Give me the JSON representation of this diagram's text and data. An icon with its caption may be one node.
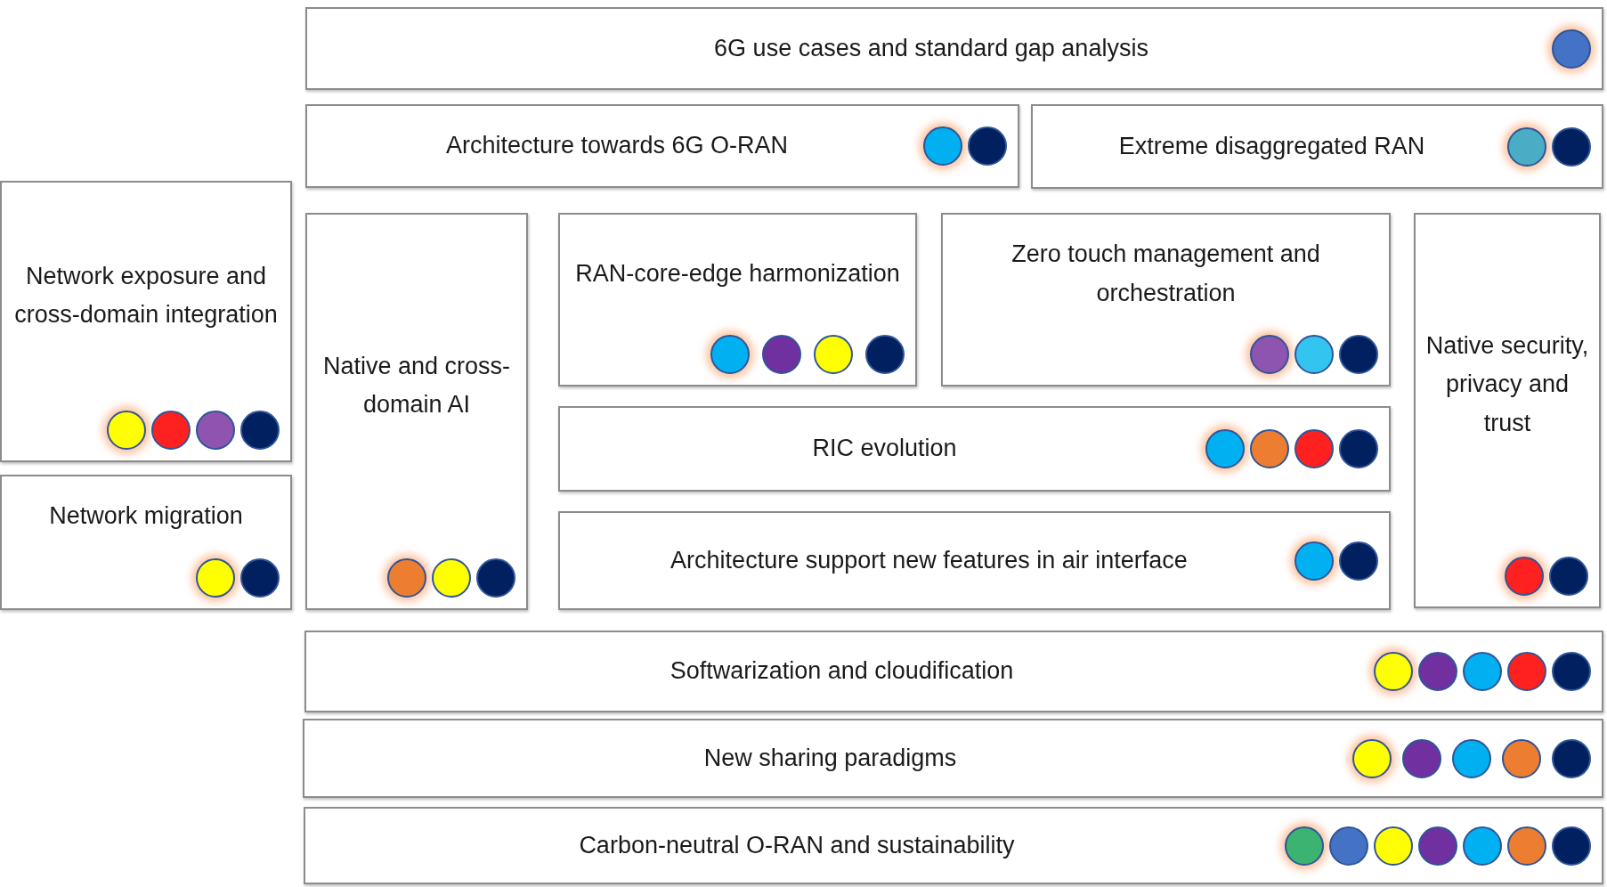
{
  "diagram": {
    "nodes": [
      {
        "text": [
          "6G use cases and standard gap analysis"
        ]
      },
      {
        "text": [
          "Architecture towards 6G O-RAN"
        ]
      },
      {
        "text": [
          "Extreme disaggregated RAN"
        ]
      },
      {
        "text": [
          "Network exposure and cross-domain integration"
        ]
      },
      {
        "text": [
          "Native and cross-domain AI"
        ]
      },
      {
        "text": [
          "RAN-core-edge harmonization"
        ]
      },
      {
        "text": [
          "Zero touch management and orchestration"
        ]
      },
      {
        "text": [
          "Native security, privacy and trust"
        ]
      },
      {
        "text": [
          "RIC evolution"
        ]
      },
      {
        "text": [
          "Network migration"
        ]
      },
      {
        "text": [
          "Architecture support new features in air interface"
        ]
      },
      {
        "text": [
          "Softwarization and cloudification"
        ]
      },
      {
        "text": [
          "New sharing paradigms"
        ]
      },
      {
        "text": [
          "Carbon-neutral O-RAN and sustainability"
        ]
      }
    ]
  }
}
